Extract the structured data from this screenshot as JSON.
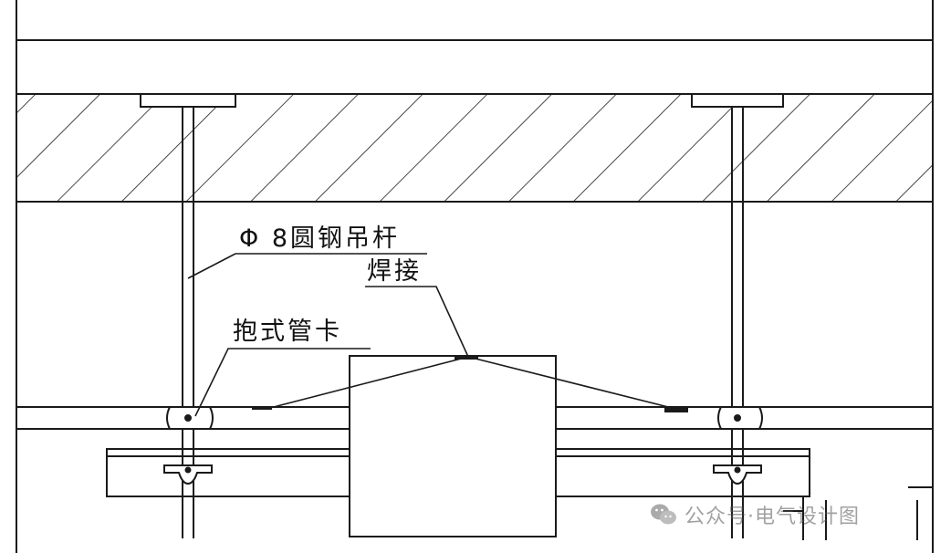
{
  "labels": {
    "rod": "Φ 8圆钢吊杆",
    "weld": "焊接",
    "clamp": "抱式管卡"
  },
  "watermark": {
    "text": "公众号·电气设计图",
    "icon": "wechat-icon"
  },
  "colors": {
    "line": "#1a1a1a",
    "background": "#ffffff",
    "watermark": "#555555"
  }
}
